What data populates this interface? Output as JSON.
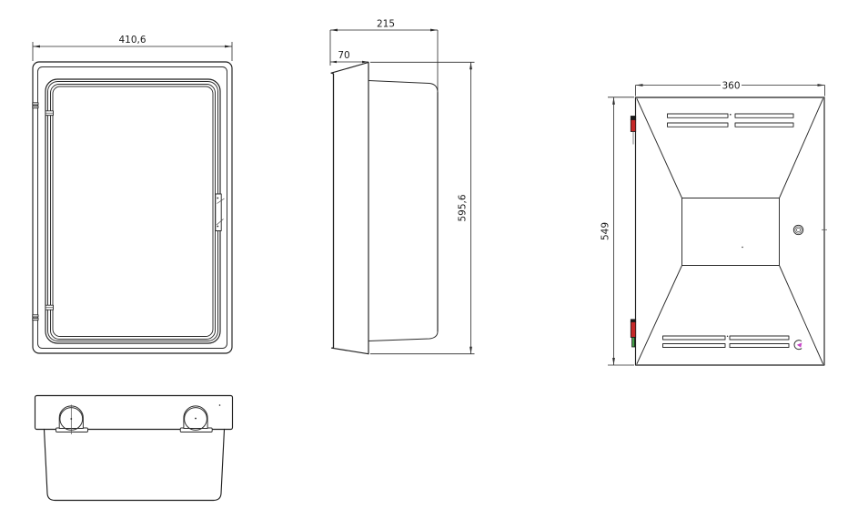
{
  "views": {
    "front": {
      "width": "410,6"
    },
    "side": {
      "depth": "215",
      "door_depth": "70",
      "height": "595,6"
    },
    "door_inside": {
      "width": "360",
      "height": "549"
    }
  },
  "colors": {
    "hinge_red": "#c62828",
    "hinge_green": "#43a047",
    "hinge_cap_dark": "#1a1a1a",
    "rotation_magenta": "#c743c7"
  }
}
